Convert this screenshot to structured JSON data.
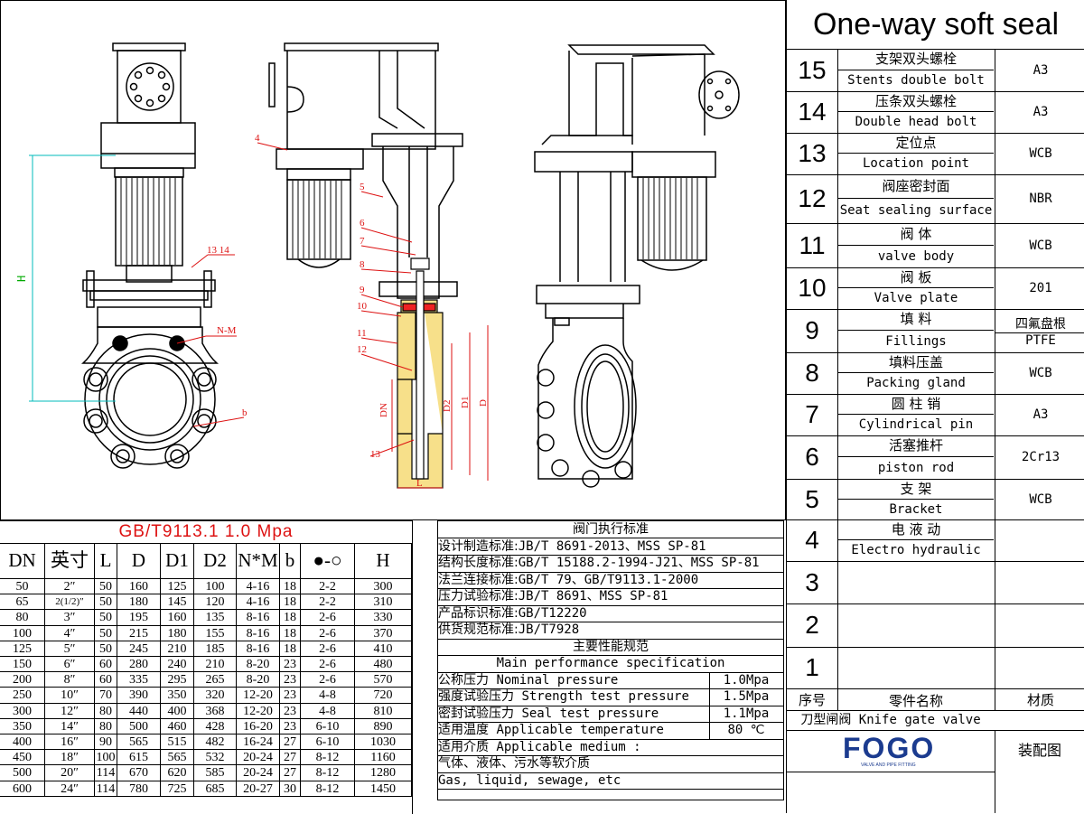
{
  "title": "One-way soft seal",
  "parts": [
    {
      "no": "15",
      "zh": "支架双头螺栓",
      "en": "Stents double bolt",
      "mat": "A3"
    },
    {
      "no": "14",
      "zh": "压条双头螺栓",
      "en": "Double head bolt",
      "mat": "A3"
    },
    {
      "no": "13",
      "zh": "定位点",
      "en": "Location point",
      "mat": "WCB"
    },
    {
      "no": "12",
      "zh": "阀座密封面",
      "en": "Seat sealing surface",
      "mat": "NBR"
    },
    {
      "no": "11",
      "zh": "阀    体",
      "en": "valve body",
      "mat": "WCB"
    },
    {
      "no": "10",
      "zh": "阀    板",
      "en": "Valve plate",
      "mat": "201"
    },
    {
      "no": "9",
      "zh": "填    料",
      "en": "Fillings",
      "mat": "四氟盘根",
      "mat2": "PTFE"
    },
    {
      "no": "8",
      "zh": "填料压盖",
      "en": "Packing gland",
      "mat": "WCB"
    },
    {
      "no": "7",
      "zh": "圆 柱 销",
      "en": "Cylindrical pin",
      "mat": "A3"
    },
    {
      "no": "6",
      "zh": "活塞推杆",
      "en": "piston rod",
      "mat": "2Cr13"
    },
    {
      "no": "5",
      "zh": "支    架",
      "en": "Bracket",
      "mat": "WCB"
    },
    {
      "no": "4",
      "zh": "电 液 动",
      "en": "Electro hydraulic",
      "mat": ""
    },
    {
      "no": "3",
      "zh": "",
      "en": "",
      "mat": ""
    },
    {
      "no": "2",
      "zh": "",
      "en": "",
      "mat": ""
    },
    {
      "no": "1",
      "zh": "",
      "en": "",
      "mat": ""
    }
  ],
  "parts_header": {
    "no": "序号",
    "name": "零件名称",
    "mat": "材质"
  },
  "product_name": "刀型闸阀 Knife gate valve",
  "brand": {
    "name": "FOGO",
    "tagline": "VALVE AND PIPE FITTING"
  },
  "drawing_type": "装配图",
  "dim_table": {
    "title": "GB/T9113.1    1.0 Mpa",
    "headers": [
      "DN",
      "英寸",
      "L",
      "D",
      "D1",
      "D2",
      "N*M",
      "b",
      "●-○",
      "H"
    ],
    "rows": [
      [
        "50",
        "2″",
        "50",
        "160",
        "125",
        "100",
        "4-16",
        "18",
        "2-2",
        "300"
      ],
      [
        "65",
        "2(1/2)″",
        "50",
        "180",
        "145",
        "120",
        "4-16",
        "18",
        "2-2",
        "310"
      ],
      [
        "80",
        "3″",
        "50",
        "195",
        "160",
        "135",
        "8-16",
        "18",
        "2-6",
        "330"
      ],
      [
        "100",
        "4″",
        "50",
        "215",
        "180",
        "155",
        "8-16",
        "18",
        "2-6",
        "370"
      ],
      [
        "125",
        "5″",
        "50",
        "245",
        "210",
        "185",
        "8-16",
        "18",
        "2-6",
        "410"
      ],
      [
        "150",
        "6″",
        "60",
        "280",
        "240",
        "210",
        "8-20",
        "23",
        "2-6",
        "480"
      ],
      [
        "200",
        "8″",
        "60",
        "335",
        "295",
        "265",
        "8-20",
        "23",
        "2-6",
        "570"
      ],
      [
        "250",
        "10″",
        "70",
        "390",
        "350",
        "320",
        "12-20",
        "23",
        "4-8",
        "720"
      ],
      [
        "300",
        "12″",
        "80",
        "440",
        "400",
        "368",
        "12-20",
        "23",
        "4-8",
        "810"
      ],
      [
        "350",
        "14″",
        "80",
        "500",
        "460",
        "428",
        "16-20",
        "23",
        "6-10",
        "890"
      ],
      [
        "400",
        "16″",
        "90",
        "565",
        "515",
        "482",
        "16-24",
        "27",
        "6-10",
        "1030"
      ],
      [
        "450",
        "18″",
        "100",
        "615",
        "565",
        "532",
        "20-24",
        "27",
        "8-12",
        "1160"
      ],
      [
        "500",
        "20″",
        "114",
        "670",
        "620",
        "585",
        "20-24",
        "27",
        "8-12",
        "1280"
      ],
      [
        "600",
        "24″",
        "114",
        "780",
        "725",
        "685",
        "20-27",
        "30",
        "8-12",
        "1450"
      ]
    ]
  },
  "standards": {
    "title": "阀门执行标准",
    "rows": [
      {
        "zh": "设计制造标准:",
        "val": "JB/T 8691-2013、MSS SP-81"
      },
      {
        "zh": "结构长度标准:",
        "val": "GB/T 15188.2-1994-J21、MSS SP-81"
      },
      {
        "zh": "法兰连接标准:",
        "val": "GB/T 79、GB/T9113.1-2000"
      },
      {
        "zh": "压力试验标准:",
        "val": "JB/T 8691、MSS SP-81"
      },
      {
        "zh": "产品标识标准:",
        "val": "GB/T12220"
      },
      {
        "zh": "供货规范标准:",
        "val": "JB/T7928"
      }
    ],
    "perf_title": "主要性能规范",
    "perf_title_en": "Main performance specification",
    "perf": [
      {
        "zh": "公称压力",
        "en": "Nominal pressure",
        "val": "1.0Mpa"
      },
      {
        "zh": "强度试验压力",
        "en": "Strength test pressure",
        "val": "1.5Mpa"
      },
      {
        "zh": "密封试验压力",
        "en": "Seal test pressure",
        "val": "1.1Mpa"
      },
      {
        "zh": "适用温度",
        "en": "Applicable temperature",
        "val": "80 ℃"
      }
    ],
    "medium_zh": "适用介质 Applicable medium :",
    "medium_line1": "气体、液体、污水等软介质",
    "medium_line2": "Gas, liquid, sewage, etc"
  },
  "callouts": [
    "4",
    "5",
    "6",
    "7",
    "8",
    "9",
    "10",
    "11",
    "12",
    "13",
    "13 14",
    "N-M",
    "b",
    "H",
    "DN",
    "D2",
    "D1",
    "D",
    "L"
  ]
}
